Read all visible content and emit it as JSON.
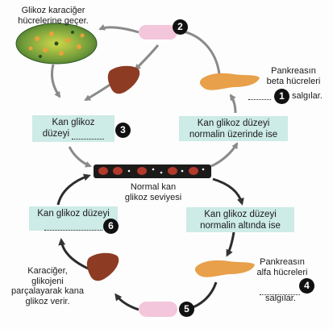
{
  "liver_cells_text": [
    "Glikoz karaciğer",
    "hücrelerine geçer."
  ],
  "pancreas_beta_text": [
    "Pankreasın",
    "beta hücreleri"
  ],
  "pancreas_beta_suffix": "salgılar.",
  "box_above_normal": [
    "Kan glikoz düzeyi",
    "normalin üzerinde ise"
  ],
  "box_low_glucose_line1": "Kan glikoz",
  "box_low_glucose_line2": "düzeyi",
  "vessel_label": [
    "Normal kan",
    "glikoz seviyesi"
  ],
  "box_below_normal": [
    "Kan glikoz düzeyi",
    "normalin altında ise"
  ],
  "box_glucose_level_left": "Kan glikoz düzeyi",
  "pancreas_alpha_text": [
    "Pankreasın",
    "alfa hücreleri"
  ],
  "pancreas_alpha_suffix": "salgılar.",
  "liver_glycogen_text": [
    "Karaciğer,",
    "glikojeni",
    "parçalayarak kana",
    "glikoz verir."
  ],
  "badges": [
    "1",
    "2",
    "3",
    "4",
    "5",
    "6"
  ],
  "colors": {
    "box_fill": "#cdebe7",
    "hormone_capsule": "#f3c6dc",
    "liver": "#8e3b24",
    "pancreas": "#e8a04a",
    "vessel": "#1d1a1a",
    "blood_cell": "#b23a2b",
    "arrow": "#8a8a8a"
  }
}
